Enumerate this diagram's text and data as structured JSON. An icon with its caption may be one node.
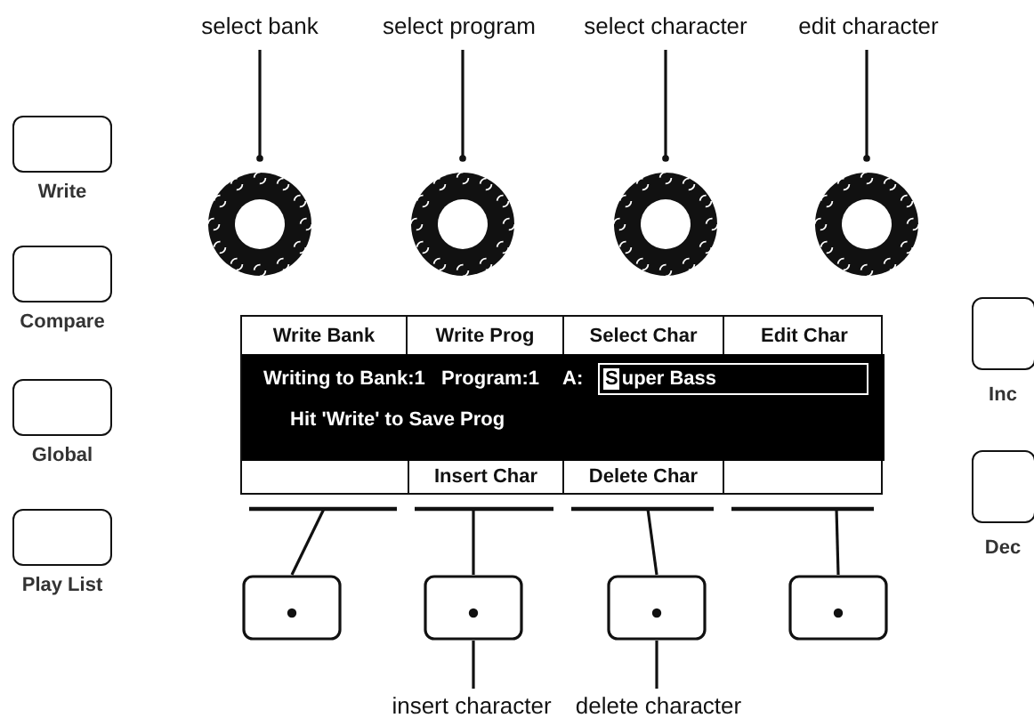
{
  "diagram": {
    "nodes": [
      {
        "text": [
          "select bank"
        ]
      },
      {
        "text": [
          "select program"
        ]
      },
      {
        "text": [
          "select character"
        ]
      },
      {
        "text": [
          "edit character"
        ]
      },
      {
        "text": [],
        "shape": "circle"
      },
      {
        "text": [],
        "shape": "circle"
      },
      {
        "text": [],
        "shape": "circle"
      },
      {
        "text": [],
        "shape": "circle"
      },
      {
        "text": [
          "Write"
        ]
      },
      {
        "text": [
          "Compare"
        ]
      },
      {
        "text": [
          "Global"
        ]
      },
      {
        "text": [
          "Play List"
        ]
      },
      {
        "text": [
          "Inc"
        ]
      },
      {
        "text": [
          "Dec"
        ]
      },
      {
        "text": [
          "Write Bank",
          "Write Prog",
          "Select Char",
          "Edit Char",
          "Writing to Bank:1   Program:1",
          "A:",
          "Super Bass",
          "Hit 'Write' to Save Prog",
          "Insert Char",
          "Delete Char"
        ]
      },
      {
        "text": [],
        "shape": "box"
      },
      {
        "text": [],
        "shape": "box"
      },
      {
        "text": [],
        "shape": "box"
      },
      {
        "text": [],
        "shape": "box"
      },
      {
        "text": [
          "insert character"
        ]
      },
      {
        "text": [
          "delete character"
        ]
      }
    ],
    "edges": [
      {
        "from": 0,
        "to": 4,
        "arrow": "other"
      },
      {
        "from": 1,
        "to": 5,
        "arrow": "other"
      },
      {
        "from": 2,
        "to": 6,
        "arrow": "other"
      },
      {
        "from": 3,
        "to": 7,
        "arrow": "other"
      },
      {
        "from": 14,
        "to": 15,
        "arrow": "none"
      },
      {
        "from": 14,
        "to": 16,
        "arrow": "none"
      },
      {
        "from": 14,
        "to": 17,
        "arrow": "none"
      },
      {
        "from": 14,
        "to": 18,
        "arrow": "none"
      },
      {
        "from": 19,
        "to": 16,
        "arrow": "none"
      },
      {
        "from": 20,
        "to": 17,
        "arrow": "none"
      }
    ]
  }
}
